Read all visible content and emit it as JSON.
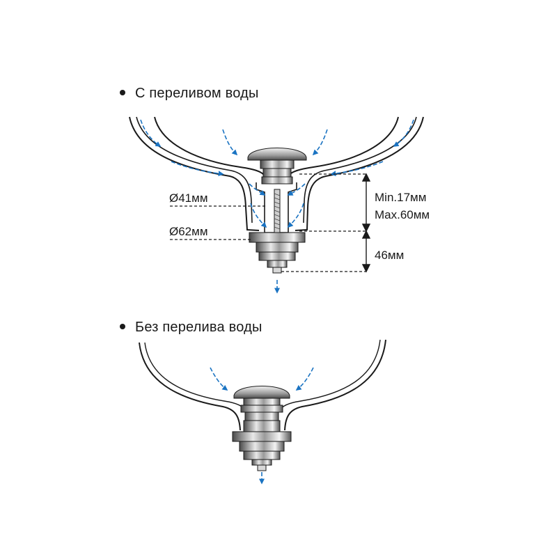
{
  "diagram": {
    "with_overflow": {
      "title": "С переливом воды",
      "dim_small_diameter": "Ø41мм",
      "dim_large_diameter": "Ø62мм",
      "dim_min_height": "Min.17мм",
      "dim_max_height": "Max.60мм",
      "dim_body_height": "46мм"
    },
    "without_overflow": {
      "title": "Без перелива воды"
    },
    "colors": {
      "water_flow_arrows": "#1a73c2",
      "outline": "#1a1a1a",
      "chrome_gradient_dark": "#5a5a5a",
      "chrome_gradient_light": "#e8e8e8"
    }
  }
}
